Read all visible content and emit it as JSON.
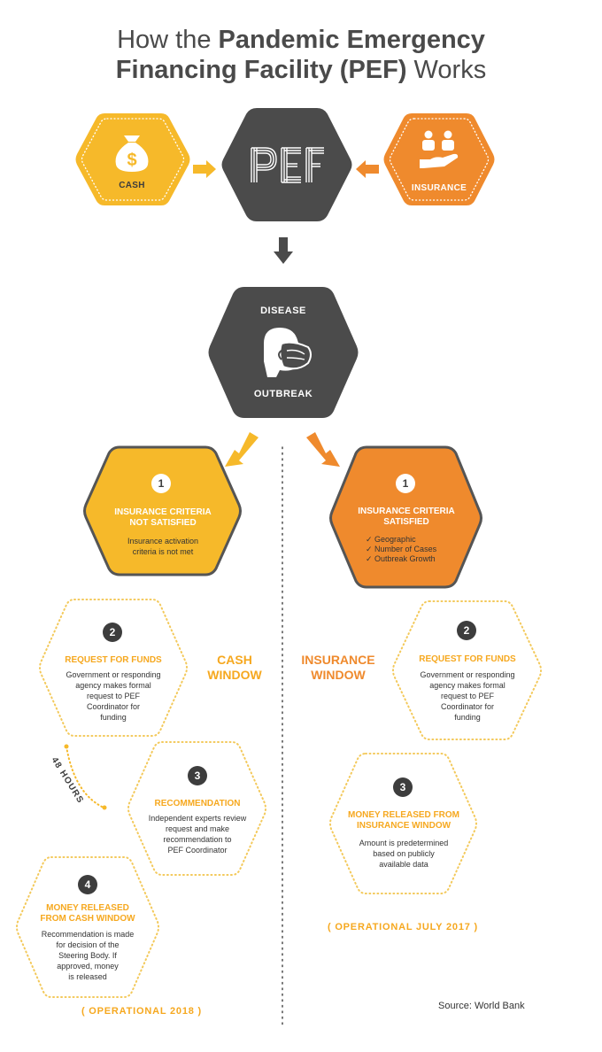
{
  "title": {
    "line1_plain": "How the ",
    "line1_bold": "Pandemic Emergency",
    "line2_bold": "Financing Facility (PEF)",
    "line2_plain": " Works"
  },
  "top_row": {
    "cash_label": "CASH",
    "insurance_label": "INSURANCE",
    "pef_logo_text": "PEF"
  },
  "outbreak": {
    "top": "DISEASE",
    "bottom": "OUTBREAK"
  },
  "left_criteria": {
    "number": "1",
    "heading_line1": "INSURANCE CRITERIA",
    "heading_line2": "NOT SATISFIED",
    "body_line1": "Insurance activation",
    "body_line2": "criteria is not met"
  },
  "right_criteria": {
    "number": "1",
    "heading_line1": "INSURANCE CRITERIA",
    "heading_line2": "SATISFIED",
    "checks": [
      "✓ Geographic",
      "✓ Number of Cases",
      "✓ Outbreak Growth"
    ]
  },
  "cash_window": {
    "label_line1": "CASH",
    "label_line2": "WINDOW",
    "step2": {
      "number": "2",
      "heading": "REQUEST FOR FUNDS",
      "body": [
        "Government or responding",
        "agency makes formal",
        "request to PEF",
        "Coordinator for",
        "funding"
      ]
    },
    "hours_label": "48 HOURS",
    "step3": {
      "number": "3",
      "heading": "RECOMMENDATION",
      "body": [
        "Independent experts review",
        "request and make",
        "recommendation to",
        "PEF Coordinator"
      ]
    },
    "step4": {
      "number": "4",
      "heading_line1": "MONEY RELEASED",
      "heading_line2": "FROM CASH WINDOW",
      "body": [
        "Recommendation is made",
        "for decision of the",
        "Steering Body. If",
        "approved, money",
        "is released"
      ]
    },
    "operational": "( OPERATIONAL 2018 )"
  },
  "insurance_window": {
    "label_line1": "INSURANCE",
    "label_line2": "WINDOW",
    "step2": {
      "number": "2",
      "heading": "REQUEST FOR FUNDS",
      "body": [
        "Government or responding",
        "agency makes formal",
        "request to PEF",
        "Coordinator for",
        "funding"
      ]
    },
    "step3": {
      "number": "3",
      "heading_line1": "MONEY RELEASED FROM",
      "heading_line2": "INSURANCE WINDOW",
      "body": [
        "Amount is predetermined",
        "based on publicly",
        "available data"
      ]
    },
    "operational": "( OPERATIONAL JULY 2017 )"
  },
  "source": "Source: World Bank",
  "colors": {
    "yellow": "#f6b92a",
    "yellow_text": "#f6a81f",
    "orange": "#ef8a2d",
    "dark": "#4b4b4b",
    "outline": "#555555",
    "dotted": "#f3c95b"
  },
  "icons": [
    "money-bag-icon",
    "people-hand-icon",
    "mask-face-icon",
    "arrow-right-icon",
    "arrow-left-icon",
    "arrow-down-icon"
  ]
}
